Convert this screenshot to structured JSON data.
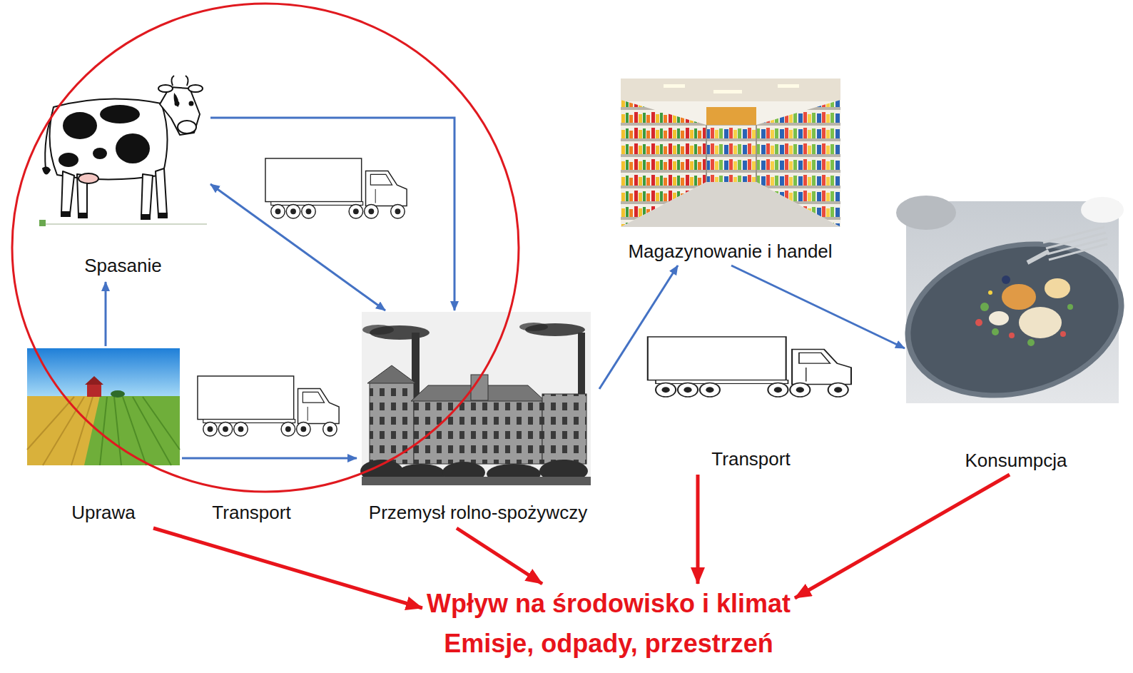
{
  "diagram": {
    "nodes": [
      {
        "text": [
          "Spasanie"
        ]
      },
      {
        "text": [
          "Uprawa"
        ]
      },
      {
        "text": [
          "Przemysł rolno-spożywczy"
        ]
      },
      {
        "text": [
          "Magazynowanie i handel"
        ]
      },
      {
        "text": [
          "Transport"
        ]
      },
      {
        "text": [
          "Konsumpcja"
        ]
      },
      {
        "text": [
          "Wpływ na środowisko i klimat",
          "Emisje, odpady, przestrzeń"
        ]
      }
    ],
    "edges": [
      {
        "from": 1,
        "to": 0,
        "arrow": "to"
      },
      {
        "from": 0,
        "to": 2,
        "arrow": "to"
      },
      {
        "from": 0,
        "to": 2,
        "arrow": "both"
      },
      {
        "from": 1,
        "to": 2,
        "label": "Transport",
        "arrow": "to"
      },
      {
        "from": 2,
        "to": 3,
        "arrow": "to"
      },
      {
        "from": 3,
        "to": 5,
        "arrow": "to"
      },
      {
        "from": 1,
        "to": 6,
        "arrow": "to"
      },
      {
        "from": 2,
        "to": 6,
        "arrow": "to"
      },
      {
        "from": 4,
        "to": 6,
        "arrow": "to"
      },
      {
        "from": 5,
        "to": 6,
        "arrow": "to"
      }
    ]
  }
}
